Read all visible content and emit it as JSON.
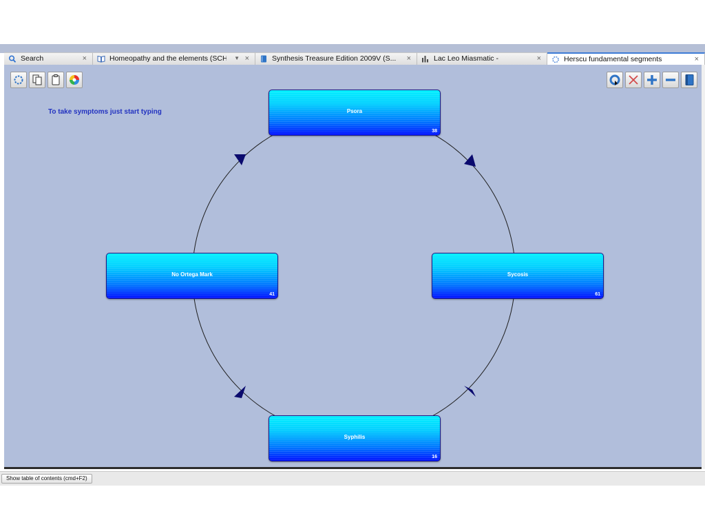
{
  "tabs": [
    {
      "label": "Search",
      "icon": "search-icon",
      "active": false,
      "close": "×"
    },
    {
      "label": "Homeopathy and the elements (SCH...",
      "icon": "book-icon",
      "active": false,
      "close": "×",
      "menu": "▼"
    },
    {
      "label": "Synthesis Treasure Edition 2009V (S...",
      "icon": "blue-book-icon",
      "active": false,
      "close": "×"
    },
    {
      "label": "Lac Leo Miasmatic -",
      "icon": "bar-chart-icon",
      "active": false,
      "close": "×"
    },
    {
      "label": "Herscu fundamental segments",
      "icon": "dotted-circle-icon",
      "active": true,
      "close": "×"
    }
  ],
  "toolbar_left": [
    "cycle-icon",
    "copy-icon",
    "clipboard-icon",
    "color-wheel-icon"
  ],
  "toolbar_right": [
    "refresh-icon",
    "delete-icon",
    "add-icon",
    "remove-icon",
    "book-icon"
  ],
  "hint": "To take symptoms just start typing",
  "nodes": [
    {
      "name": "psora",
      "label": "Psora",
      "count": "38"
    },
    {
      "name": "sycosis",
      "label": "Sycosis",
      "count": "61"
    },
    {
      "name": "syphilis",
      "label": "Syphilis",
      "count": "16"
    },
    {
      "name": "no-ortega-mark",
      "label": "No Ortega Mark",
      "count": "41"
    }
  ],
  "statusbar": {
    "toc_button": "Show table of contents (cmd+F2)"
  },
  "colors": {
    "panel_bg": "#b1bedb",
    "hint_text": "#2232c0",
    "node_top": "#02f0ff",
    "node_bottom": "#0010ff",
    "arrow": "#0a0a6e",
    "active_tab_accent": "#3d7bd6"
  }
}
